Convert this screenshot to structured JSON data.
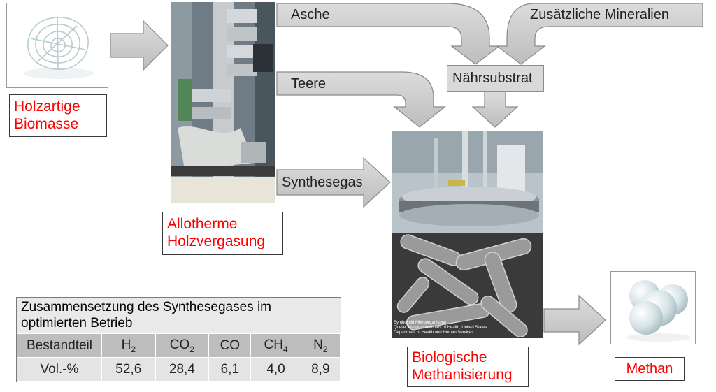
{
  "labels": {
    "biomass_line1": "Holzartige",
    "biomass_line2": "Biomasse",
    "gasification_line1": "Allotherme",
    "gasification_line2": "Holzvergasung",
    "methanation_line1": "Biologische",
    "methanation_line2": "Methanisierung",
    "methane": "Methan"
  },
  "flows": {
    "ash": "Asche",
    "minerals": "Zusätzliche Mineralien",
    "nutrient_substrate": "Nährsubstrat",
    "tars": "Teere",
    "syngas": "Synthesegas"
  },
  "image_caption": {
    "line1": "Symbolbild Mikroorganismen",
    "line2": "Quelle: National Institutes of Health, United States",
    "line3": "Department of Health and Human Services"
  },
  "table": {
    "title_line1": "Zusammensetzung des Synthesegases im",
    "title_line2": "optimierten Betrieb",
    "header_label": "Bestandteil",
    "row_label": "Vol.-%",
    "components": [
      {
        "base": "H",
        "sub": "2",
        "value": "52,6"
      },
      {
        "base": "CO",
        "sub": "2",
        "value": "28,4"
      },
      {
        "base": "CO",
        "sub": "",
        "value": "6,1"
      },
      {
        "base": "CH",
        "sub": "4",
        "value": "4,0"
      },
      {
        "base": "N",
        "sub": "2",
        "value": "8,9"
      }
    ]
  },
  "colors": {
    "arrow_fill": "#c8c8c8",
    "arrow_stroke": "#8a8a8a",
    "label_red": "#ff0000"
  }
}
